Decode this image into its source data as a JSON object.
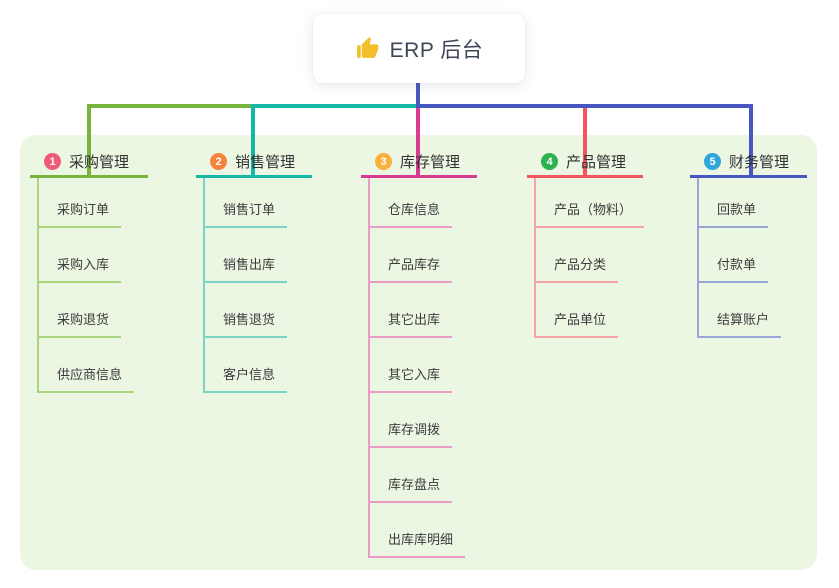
{
  "root": {
    "label": "ERP 后台",
    "icon": "thumbs-up-icon",
    "icon_color": "#f2bf2b"
  },
  "branches": [
    {
      "badge": "1",
      "title": "采购管理",
      "badge_color": "#f15a74",
      "line_color": "#76b43b",
      "child_line_color": "#a8d57d",
      "children": [
        "采购订单",
        "采购入库",
        "采购退货",
        "供应商信息"
      ]
    },
    {
      "badge": "2",
      "title": "销售管理",
      "badge_color": "#f6823c",
      "line_color": "#14b8a6",
      "child_line_color": "#7fd3c6",
      "children": [
        "销售订单",
        "销售出库",
        "销售退货",
        "客户信息"
      ]
    },
    {
      "badge": "3",
      "title": "库存管理",
      "badge_color": "#f8b13c",
      "line_color": "#d93a92",
      "child_line_color": "#eb9cc5",
      "children": [
        "仓库信息",
        "产品库存",
        "其它出库",
        "其它入库",
        "库存调拨",
        "库存盘点",
        "出库库明细"
      ]
    },
    {
      "badge": "4",
      "title": "产品管理",
      "badge_color": "#2eb251",
      "line_color": "#f2555e",
      "child_line_color": "#f7a3a6",
      "children": [
        "产品（物料）",
        "产品分类",
        "产品单位"
      ]
    },
    {
      "badge": "5",
      "title": "财务管理",
      "badge_color": "#2ea6da",
      "line_color": "#4757bf",
      "child_line_color": "#98a7d8",
      "children": [
        "回款单",
        "付款单",
        "结算账户"
      ]
    }
  ],
  "connectors": {
    "root_stem_color": "#4757bf"
  },
  "colors": {
    "canvas_bg": "#ffffff",
    "panel_bg": "#ebf6e3",
    "node_text": "#333333",
    "root_text": "#3e4556"
  }
}
